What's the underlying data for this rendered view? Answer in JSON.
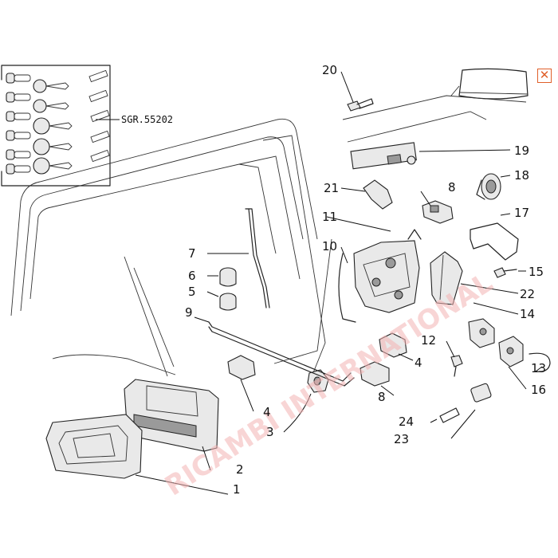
{
  "reference_code": "SGR.55202",
  "watermark": "RICAMBI INTERNATIONAL",
  "close_icon": "close-icon",
  "colors": {
    "close_accent": "#e0602a",
    "watermark": "#f4b3b3"
  },
  "callouts": {
    "c1": "1",
    "c2": "2",
    "c3": "3",
    "c4a": "4",
    "c4b": "4",
    "c5": "5",
    "c6": "6",
    "c7": "7",
    "c8a": "8",
    "c8b": "8",
    "c9": "9",
    "c10": "10",
    "c11": "11",
    "c12": "12",
    "c13": "13",
    "c14": "14",
    "c15": "15",
    "c16": "16",
    "c17": "17",
    "c18": "18",
    "c19": "19",
    "c20": "20",
    "c21": "21",
    "c22": "22",
    "c23": "23",
    "c24": "24"
  }
}
